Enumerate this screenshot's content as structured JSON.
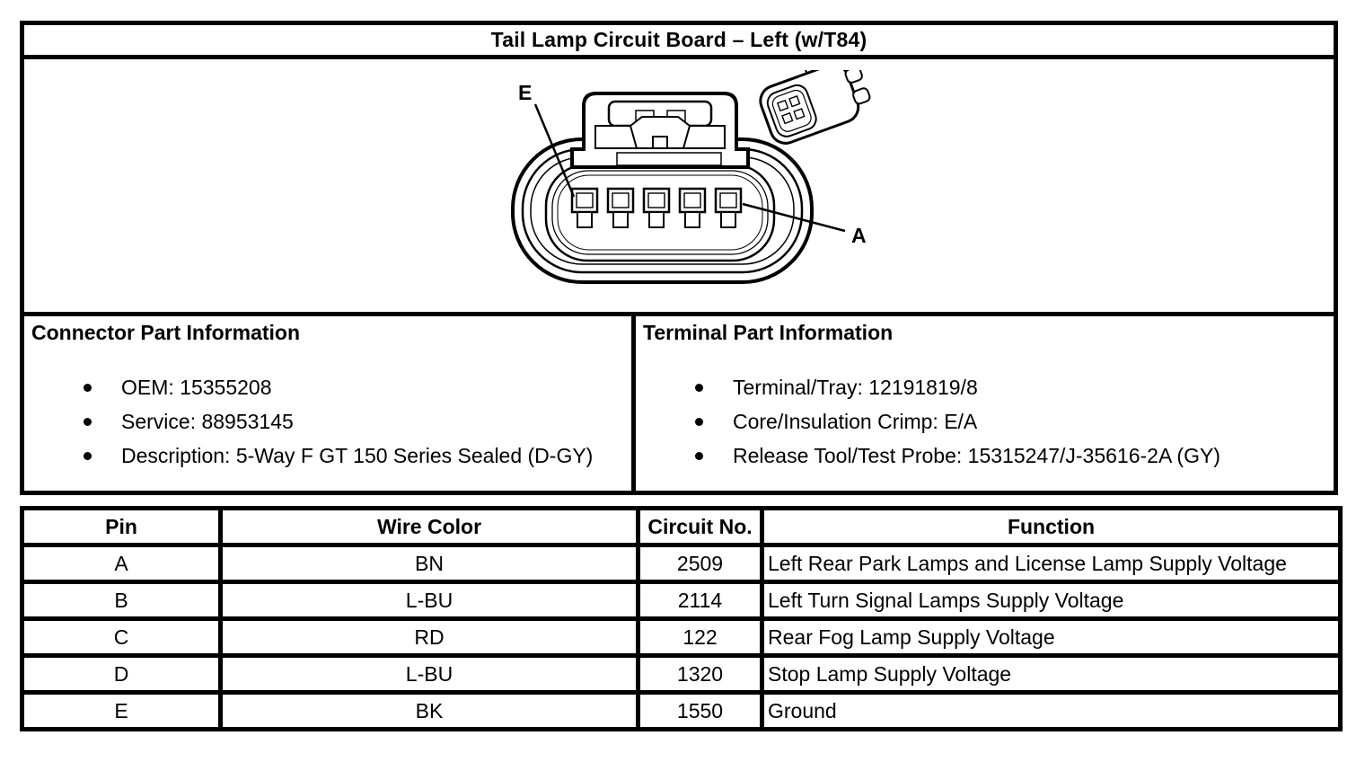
{
  "title": "Tail Lamp Circuit Board – Left (w/T84)",
  "diagram": {
    "pin_label_e": "E",
    "pin_label_a": "A"
  },
  "connector_info": {
    "heading": "Connector Part Information",
    "items": [
      "OEM: 15355208",
      "Service: 88953145",
      "Description: 5-Way F GT 150 Series Sealed (D-GY)"
    ]
  },
  "terminal_info": {
    "heading": "Terminal Part Information",
    "items": [
      "Terminal/Tray: 12191819/8",
      "Core/Insulation Crimp: E/A",
      "Release Tool/Test Probe: 15315247/J-35616-2A (GY)"
    ]
  },
  "pin_table": {
    "headers": [
      "Pin",
      "Wire Color",
      "Circuit No.",
      "Function"
    ],
    "rows": [
      {
        "pin": "A",
        "wire_color": "BN",
        "circuit_no": "2509",
        "function": "Left Rear Park Lamps and License Lamp Supply Voltage"
      },
      {
        "pin": "B",
        "wire_color": "L-BU",
        "circuit_no": "2114",
        "function": "Left Turn Signal Lamps Supply Voltage"
      },
      {
        "pin": "C",
        "wire_color": "RD",
        "circuit_no": "122",
        "function": "Rear Fog Lamp Supply Voltage"
      },
      {
        "pin": "D",
        "wire_color": "L-BU",
        "circuit_no": "1320",
        "function": "Stop Lamp Supply Voltage"
      },
      {
        "pin": "E",
        "wire_color": "BK",
        "circuit_no": "1550",
        "function": "Ground"
      }
    ]
  },
  "colors": {
    "line": "#000000",
    "background": "#ffffff"
  }
}
